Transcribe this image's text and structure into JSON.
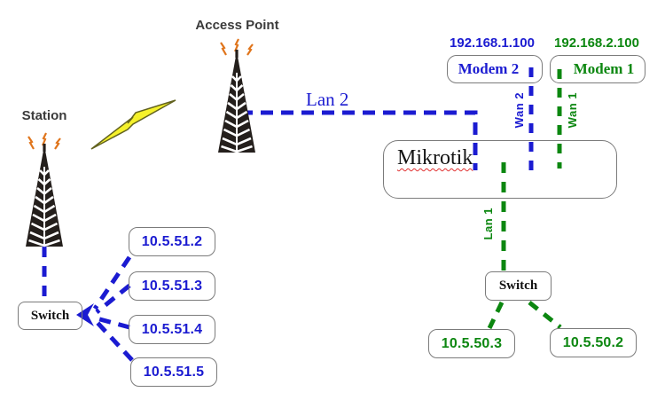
{
  "nodes": {
    "access_point": {
      "label": "Access Point"
    },
    "station": {
      "label": "Station"
    },
    "mikrotik": {
      "label": "Mikrotik"
    },
    "modem2": {
      "label": "Modem 2",
      "ip": "192.168.1.100"
    },
    "modem1": {
      "label": "Modem 1",
      "ip": "192.168.2.100"
    },
    "switch_left": {
      "label": "Switch"
    },
    "switch_right": {
      "label": "Switch"
    },
    "clients_left": [
      "10.5.51.2",
      "10.5.51.3",
      "10.5.51.4",
      "10.5.51.5"
    ],
    "clients_right": [
      "10.5.50.3",
      "10.5.50.2"
    ]
  },
  "links": {
    "lan2": "Lan 2",
    "wan2": "Wan 2",
    "wan1": "Wan 1",
    "lan1": "Lan 1"
  },
  "icons": {
    "radio_tower": "radio-tower-icon",
    "wireless_link": "lightning-bolt-icon",
    "arrowhead": "arrowhead-left-icon"
  },
  "colors": {
    "lan_blue": "#1b1bd1",
    "wan_green": "#0c8710",
    "tower_black": "#241f1c",
    "spark_orange": "#e0751c",
    "lightning_yellow": "#f5f12b",
    "lightning_outline": "#62621f",
    "box_border": "#7b7b7b",
    "label_gray": "#3b3b3b",
    "spellcheck_red": "#e03030"
  }
}
